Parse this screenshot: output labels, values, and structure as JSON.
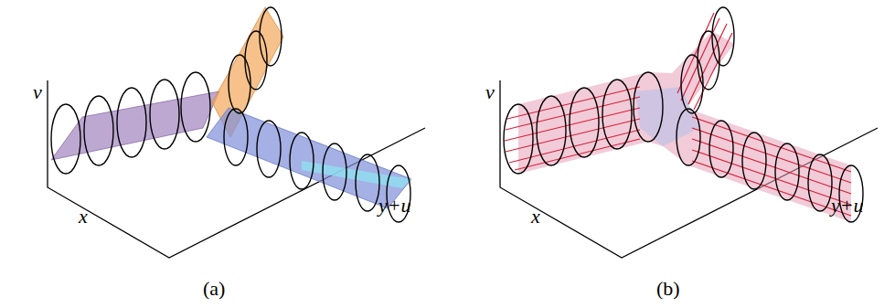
{
  "diagram": {
    "labels": [
      "v",
      "x",
      "y+u",
      "(a)",
      "v",
      "x",
      "y+u",
      "(b)"
    ]
  }
}
